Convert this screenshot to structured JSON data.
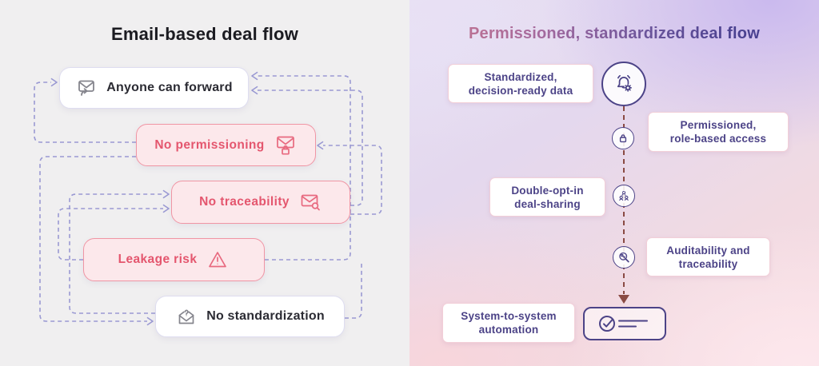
{
  "left_panel": {
    "title": "Email-based deal flow",
    "nodes": [
      {
        "label": "Anyone can forward",
        "style": "neutral",
        "icon": "envelope-forward-icon"
      },
      {
        "label": "No permissioning",
        "style": "risk",
        "icon": "envelope-lock-icon"
      },
      {
        "label": "No traceability",
        "style": "risk",
        "icon": "envelope-search-icon"
      },
      {
        "label": "Leakage risk",
        "style": "risk",
        "icon": "warning-triangle-icon"
      },
      {
        "label": "No standardization",
        "style": "neutral",
        "icon": "envelope-question-icon"
      }
    ]
  },
  "right_panel": {
    "title": "Permissioned, standardized deal flow",
    "steps": [
      {
        "lines": [
          "Standardized,",
          "decision-ready data"
        ],
        "icon": "bell-gear-icon",
        "side": "left"
      },
      {
        "lines": [
          "Permissioned,",
          "role-based access"
        ],
        "icon": "lock-icon",
        "side": "right"
      },
      {
        "lines": [
          "Double-opt-in",
          "deal-sharing"
        ],
        "icon": "double-opt-in-icon",
        "side": "left"
      },
      {
        "lines": [
          "Auditability and",
          "traceability"
        ],
        "icon": "audit-search-icon",
        "side": "right"
      },
      {
        "lines": [
          "System-to-system",
          "automation"
        ],
        "icon": "check-list-icon",
        "side": "left"
      }
    ]
  },
  "colors": {
    "left_background": "#f0eff0",
    "connector": "#9a99d3",
    "risk_text": "#e4566e",
    "risk_border": "#f095a4",
    "risk_background": "#fce8eb",
    "neutral_border": "#deddf0",
    "purple_accent": "#4c4387",
    "flow_dash": "#8a4a43",
    "title_gradient_from": "#c4758f",
    "title_gradient_to": "#4a4190"
  }
}
